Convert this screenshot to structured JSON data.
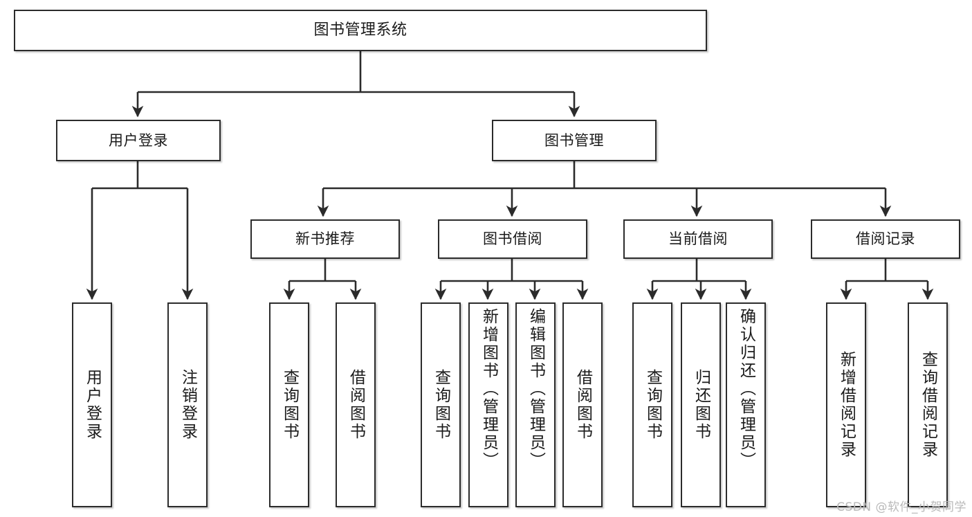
{
  "diagram": {
    "type": "tree-hierarchy",
    "title": "图书管理系统",
    "watermark": "CSDN @软件_小贺同学",
    "colors": {
      "box_border": "#2b2b2b",
      "box_fill": "#ffffff",
      "edge": "#2b2b2b",
      "watermark": "#b9b9b9",
      "background": "#ffffff"
    },
    "levels": {
      "level0": [
        {
          "id": "root",
          "label": "图书管理系统",
          "orientation": "horizontal"
        }
      ],
      "level1": [
        {
          "id": "user-login",
          "label": "用户登录",
          "orientation": "horizontal"
        },
        {
          "id": "book-manage",
          "label": "图书管理",
          "orientation": "horizontal"
        }
      ],
      "level2": [
        {
          "id": "new-book-rec",
          "label": "新书推荐",
          "orientation": "horizontal",
          "parent": "book-manage"
        },
        {
          "id": "book-borrow",
          "label": "图书借阅",
          "orientation": "horizontal",
          "parent": "book-manage"
        },
        {
          "id": "current-borrow",
          "label": "当前借阅",
          "orientation": "horizontal",
          "parent": "book-manage"
        },
        {
          "id": "borrow-record",
          "label": "借阅记录",
          "orientation": "horizontal",
          "parent": "book-manage"
        }
      ],
      "leaves": [
        {
          "id": "leaf-user-login",
          "label": "用户登录",
          "parent": "user-login"
        },
        {
          "id": "leaf-logout",
          "label": "注销登录",
          "parent": "user-login"
        },
        {
          "id": "leaf-query-book-rec",
          "label": "查询图书",
          "parent": "new-book-rec"
        },
        {
          "id": "leaf-borrow-book-rec",
          "label": "借阅图书",
          "parent": "new-book-rec"
        },
        {
          "id": "leaf-query-book-borrow",
          "label": "查询图书",
          "parent": "book-borrow"
        },
        {
          "id": "leaf-add-book",
          "label": "新增图书（管理员）",
          "parent": "book-borrow"
        },
        {
          "id": "leaf-edit-book",
          "label": "编辑图书（管理员）",
          "parent": "book-borrow"
        },
        {
          "id": "leaf-borrow-book",
          "label": "借阅图书",
          "parent": "book-borrow"
        },
        {
          "id": "leaf-query-book-current",
          "label": "查询图书",
          "parent": "current-borrow"
        },
        {
          "id": "leaf-return-book",
          "label": "归还图书",
          "parent": "current-borrow"
        },
        {
          "id": "leaf-confirm-return",
          "label": "确认归还（管理员）",
          "parent": "current-borrow"
        },
        {
          "id": "leaf-add-record",
          "label": "新增借阅记录",
          "parent": "borrow-record"
        },
        {
          "id": "leaf-query-record",
          "label": "查询借阅记录",
          "parent": "borrow-record"
        }
      ]
    }
  }
}
